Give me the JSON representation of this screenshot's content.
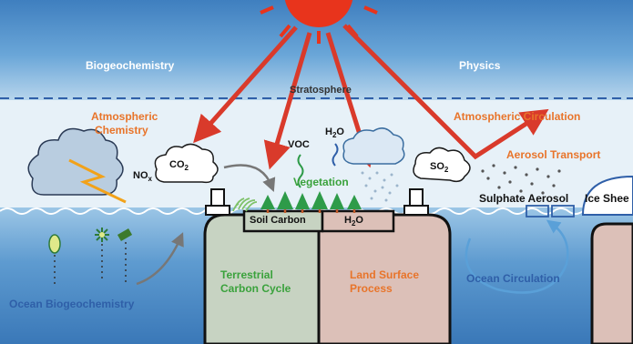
{
  "headers": {
    "left": "Biogeochemistry",
    "right": "Physics"
  },
  "stratosphere": "Stratosphere",
  "atmospheric_chemistry": [
    "Atmospheric",
    "Chemistry"
  ],
  "atmospheric_circulation": "Atmospheric Circulation",
  "aerosol_transport": "Aerosol Transport",
  "sulphate_aerosol": "Sulphate Aerosol",
  "ice_sheet": "Ice Shee",
  "gases": {
    "nox": {
      "base": "NO",
      "sub": "x"
    },
    "co2": {
      "base": "CO",
      "sub": "2"
    },
    "voc": "VOC",
    "h2o": {
      "base": "H",
      "sub": "2",
      "tail": "O"
    },
    "so2": {
      "base": "SO",
      "sub": "2"
    }
  },
  "vegetation": "Vegetation",
  "soil_carbon": "Soil Carbon",
  "ground_h2o": {
    "base": "H",
    "sub": "2",
    "tail": "O"
  },
  "terrestrial_carbon_cycle": [
    "Terrestrial",
    "Carbon Cycle"
  ],
  "land_surface_process": [
    "Land Surface",
    "Process"
  ],
  "ocean_circulation": "Ocean Circulation",
  "ocean_biogeochemistry": "Ocean Biogeochemistry",
  "colors": {
    "sky_top": "#4f8fcb",
    "sky_light": "#e7f1f8",
    "ocean": "#3b7bbf",
    "sun": "#e8341c",
    "arrow": "#d93a2b",
    "land_left": "#c7d3c2",
    "land_right": "#dcc0b8",
    "label_orange": "#e8742a",
    "label_green": "#3aa23c",
    "label_blue": "#2f5fa8"
  },
  "icons": [
    "sun-icon",
    "cloud-icon",
    "lightning-icon",
    "tree-icon",
    "chimney-icon",
    "plankton-icon"
  ]
}
